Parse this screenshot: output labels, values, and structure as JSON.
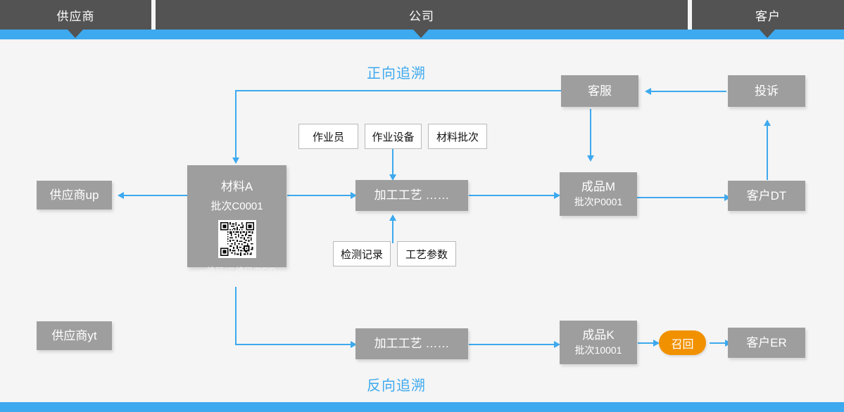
{
  "header": {
    "segments": [
      {
        "label": "供应商",
        "name": "header-segment-supplier"
      },
      {
        "label": "公司",
        "name": "header-segment-company"
      },
      {
        "label": "客户",
        "name": "header-segment-customer"
      }
    ]
  },
  "captions": {
    "forward": "正向追溯",
    "reverse": "反向追溯"
  },
  "nodes": {
    "supplier_up": "供应商up",
    "supplier_yt": "供应商yt",
    "material": {
      "title": "材料A",
      "batch": "批次C0001",
      "footer": "一维码/二维码/RFID",
      "code_icon": "qr-code-icon"
    },
    "process_top": "加工工艺  ……",
    "process_bottom": "加工工艺  ……",
    "product_m": {
      "title": "成品M",
      "batch": "批次P0001"
    },
    "product_k": {
      "title": "成品K",
      "batch": "批次10001"
    },
    "customer_service": "客服",
    "complaint": "投诉",
    "customer_dt": "客户DT",
    "customer_er": "客户ER",
    "recall": "召回"
  },
  "tags": {
    "operator": "作业员",
    "equipment": "作业设备",
    "material_batch": "材料批次",
    "inspection_record": "检测记录",
    "process_parameter": "工艺参数"
  },
  "colors": {
    "accent_blue": "#3da9ee",
    "node_gray": "#9e9e9e",
    "header_gray": "#535353",
    "recall_orange": "#f29100",
    "background": "#f5f5f5"
  }
}
